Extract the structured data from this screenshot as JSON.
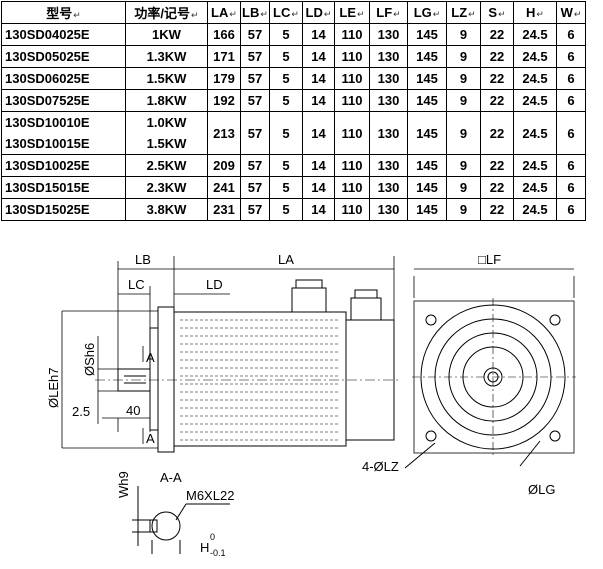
{
  "table": {
    "headers": [
      "型号",
      "功率/记号",
      "LA",
      "LB",
      "LC",
      "LD",
      "LE",
      "LF",
      "LG",
      "LZ",
      "S",
      "H",
      "W"
    ],
    "rows": [
      {
        "model": "130SD04025E",
        "power": "1KW",
        "LA": "166",
        "LB": "57",
        "LC": "5",
        "LD": "14",
        "LE": "110",
        "LF": "130",
        "LG": "145",
        "LZ": "9",
        "S": "22",
        "H": "24.5",
        "W": "6"
      },
      {
        "model": "130SD05025E",
        "power": "1.3KW",
        "LA": "171",
        "LB": "57",
        "LC": "5",
        "LD": "14",
        "LE": "110",
        "LF": "130",
        "LG": "145",
        "LZ": "9",
        "S": "22",
        "H": "24.5",
        "W": "6"
      },
      {
        "model": "130SD06025E",
        "power": "1.5KW",
        "LA": "179",
        "LB": "57",
        "LC": "5",
        "LD": "14",
        "LE": "110",
        "LF": "130",
        "LG": "145",
        "LZ": "9",
        "S": "22",
        "H": "24.5",
        "W": "6"
      },
      {
        "model": "130SD07525E",
        "power": "1.8KW",
        "LA": "192",
        "LB": "57",
        "LC": "5",
        "LD": "14",
        "LE": "110",
        "LF": "130",
        "LG": "145",
        "LZ": "9",
        "S": "22",
        "H": "24.5",
        "W": "6"
      }
    ],
    "merged": {
      "models": [
        "130SD10010E",
        "130SD10015E"
      ],
      "powers": [
        "1.0KW",
        "1.5KW"
      ],
      "LA": "213",
      "LB": "57",
      "LC": "5",
      "LD": "14",
      "LE": "110",
      "LF": "130",
      "LG": "145",
      "LZ": "9",
      "S": "22",
      "H": "24.5",
      "W": "6"
    },
    "rows2": [
      {
        "model": "130SD10025E",
        "power": "2.5KW",
        "LA": "209",
        "LB": "57",
        "LC": "5",
        "LD": "14",
        "LE": "110",
        "LF": "130",
        "LG": "145",
        "LZ": "9",
        "S": "22",
        "H": "24.5",
        "W": "6"
      },
      {
        "model": "130SD15015E",
        "power": "2.3KW",
        "LA": "241",
        "LB": "57",
        "LC": "5",
        "LD": "14",
        "LE": "110",
        "LF": "130",
        "LG": "145",
        "LZ": "9",
        "S": "22",
        "H": "24.5",
        "W": "6"
      },
      {
        "model": "130SD15025E",
        "power": "3.8KW",
        "LA": "231",
        "LB": "57",
        "LC": "5",
        "LD": "14",
        "LE": "110",
        "LF": "130",
        "LG": "145",
        "LZ": "9",
        "S": "22",
        "H": "24.5",
        "W": "6"
      }
    ]
  },
  "drawing": {
    "lb": "LB",
    "la": "LA",
    "lc": "LC",
    "ld": "LD",
    "lf": "□LF",
    "sh6": "ØSh6",
    "leh7": "ØLEh7",
    "dim25": "2.5",
    "dim40": "40",
    "sec_a1": "A",
    "sec_a2": "A",
    "aa": "A-A",
    "wh9": "Wh9",
    "m6": "M6XL22",
    "h": "H",
    "h_up": "0",
    "h_low": "-0.1",
    "lz": "4-ØLZ",
    "lg": "ØLG"
  }
}
